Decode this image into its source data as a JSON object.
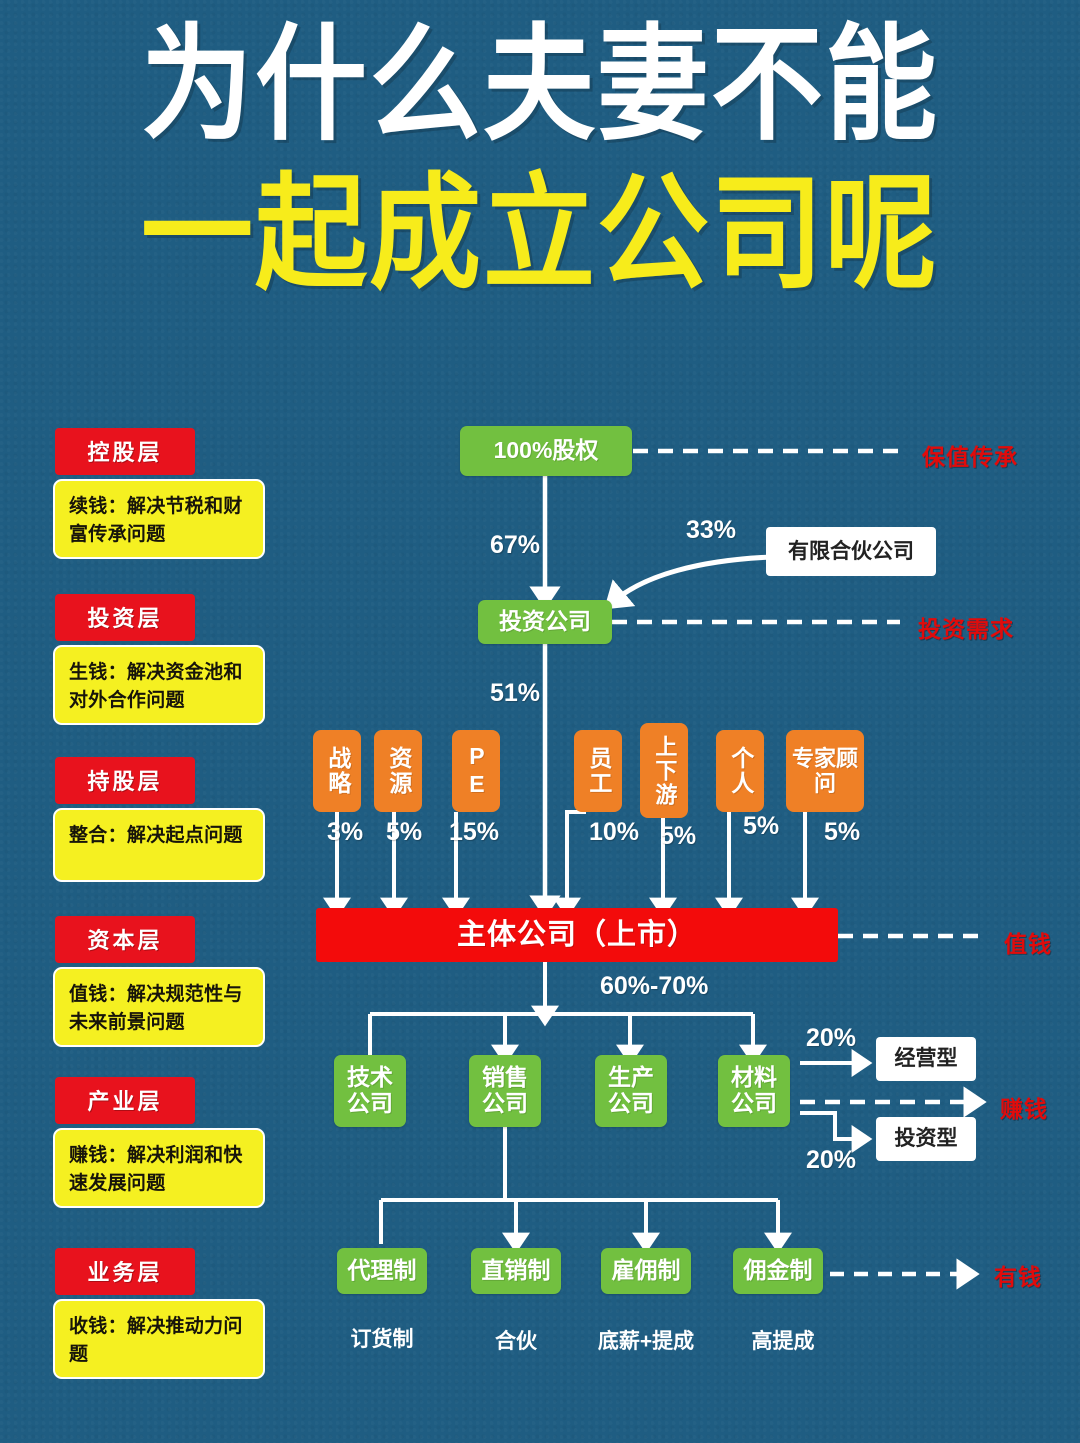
{
  "title": {
    "line1": "为什么夫妻不能",
    "line2": "一起成立公司呢",
    "line1_color": "#ffffff",
    "line2_color": "#f7ec1b"
  },
  "theme": {
    "background": "#1f5d82",
    "green": "#72c040",
    "orange": "#ef8026",
    "red": "#e8121d",
    "main_red": "#f30b0b",
    "yellow": "#f5f021",
    "white": "#ffffff",
    "red_label": "#e10b0b"
  },
  "sidebar": {
    "layers": [
      {
        "badge": "控股层",
        "desc": "续钱：解决节税和财富传承问题"
      },
      {
        "badge": "投资层",
        "desc": "生钱：解决资金池和对外合作问题"
      },
      {
        "badge": "持股层",
        "desc": "整合：解决起点问题"
      },
      {
        "badge": "资本层",
        "desc": "值钱：解决规范性与未来前景问题"
      },
      {
        "badge": "产业层",
        "desc": "赚钱：解决利润和快速发展问题"
      },
      {
        "badge": "业务层",
        "desc": "收钱：解决推动力问题"
      }
    ]
  },
  "diagram": {
    "equity_node": "100%股权",
    "investment_company": "投资公司",
    "limited_partnership": "有限合伙公司",
    "main_company": "主体公司（上市）",
    "pct_67": "67%",
    "pct_33": "33%",
    "pct_51": "51%",
    "pct_60_70": "60%-70%",
    "shareholders": [
      {
        "label": "战略",
        "pct": "3%"
      },
      {
        "label": "资源",
        "pct": "5%"
      },
      {
        "label": "PE",
        "pct": "15%"
      },
      {
        "label": "员工",
        "pct": "10%"
      },
      {
        "label": "上下游",
        "pct": "5%"
      },
      {
        "label": "个人",
        "pct": "5%"
      },
      {
        "label": "专家顾问",
        "pct": "5%"
      }
    ],
    "subsidiaries": [
      {
        "line1": "技术",
        "line2": "公司"
      },
      {
        "line1": "销售",
        "line2": "公司"
      },
      {
        "line1": "生产",
        "line2": "公司"
      },
      {
        "line1": "材料",
        "line2": "公司"
      }
    ],
    "side_boxes": [
      {
        "label": "经营型",
        "pct": "20%"
      },
      {
        "label": "投资型",
        "pct": "20%"
      }
    ],
    "business_models": [
      {
        "label": "代理制",
        "sub": "订货制"
      },
      {
        "label": "直销制",
        "sub": "合伙"
      },
      {
        "label": "雇佣制",
        "sub": "底薪+提成"
      },
      {
        "label": "佣金制",
        "sub": "高提成"
      }
    ],
    "annotations": [
      {
        "text": "保值传承"
      },
      {
        "text": "投资需求"
      },
      {
        "text": "值钱"
      },
      {
        "text": "赚钱"
      },
      {
        "text": "有钱"
      }
    ]
  }
}
